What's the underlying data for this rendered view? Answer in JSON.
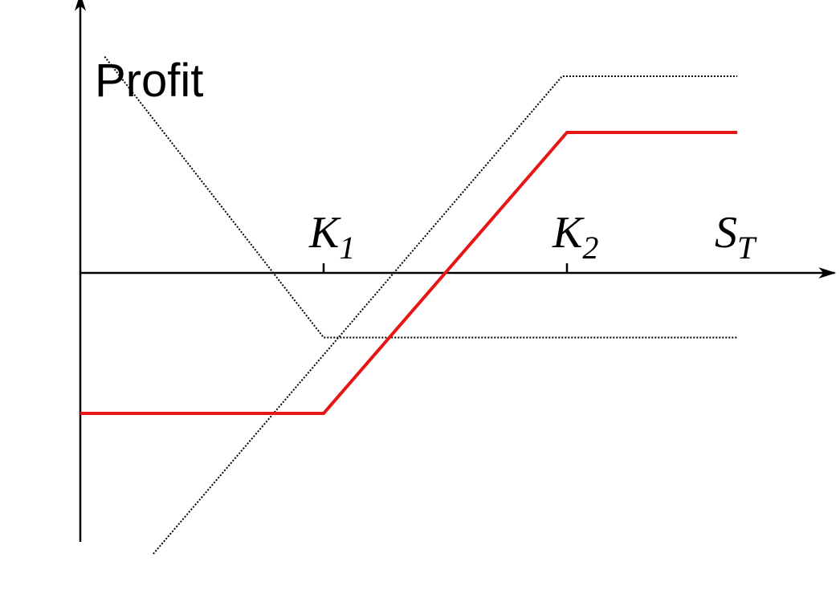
{
  "chart_data": {
    "type": "line",
    "ylabel": "Profit",
    "xlabel": {
      "base": "S",
      "sub": "T"
    },
    "strikes": [
      {
        "value": 1,
        "base": "K",
        "sub": "1"
      },
      {
        "value": 2,
        "base": "K",
        "sub": "2"
      }
    ],
    "xlim": [
      0,
      3.1
    ],
    "ylim": [
      -1.0,
      0.99
    ],
    "series": [
      {
        "style": "dotted",
        "color": "#000000",
        "points": [
          [
            0.1,
            0.77
          ],
          [
            1.0,
            -0.23
          ],
          [
            2.7,
            -0.23
          ]
        ]
      },
      {
        "style": "dotted",
        "color": "#000000",
        "points": [
          [
            0.3,
            -1.0
          ],
          [
            1.98,
            0.7
          ],
          [
            2.7,
            0.7
          ]
        ]
      },
      {
        "style": "solid",
        "color": "#e81515",
        "points": [
          [
            0.0,
            -0.5
          ],
          [
            1.0,
            -0.5
          ],
          [
            2.0,
            0.5
          ],
          [
            2.7,
            0.5
          ]
        ]
      }
    ]
  }
}
